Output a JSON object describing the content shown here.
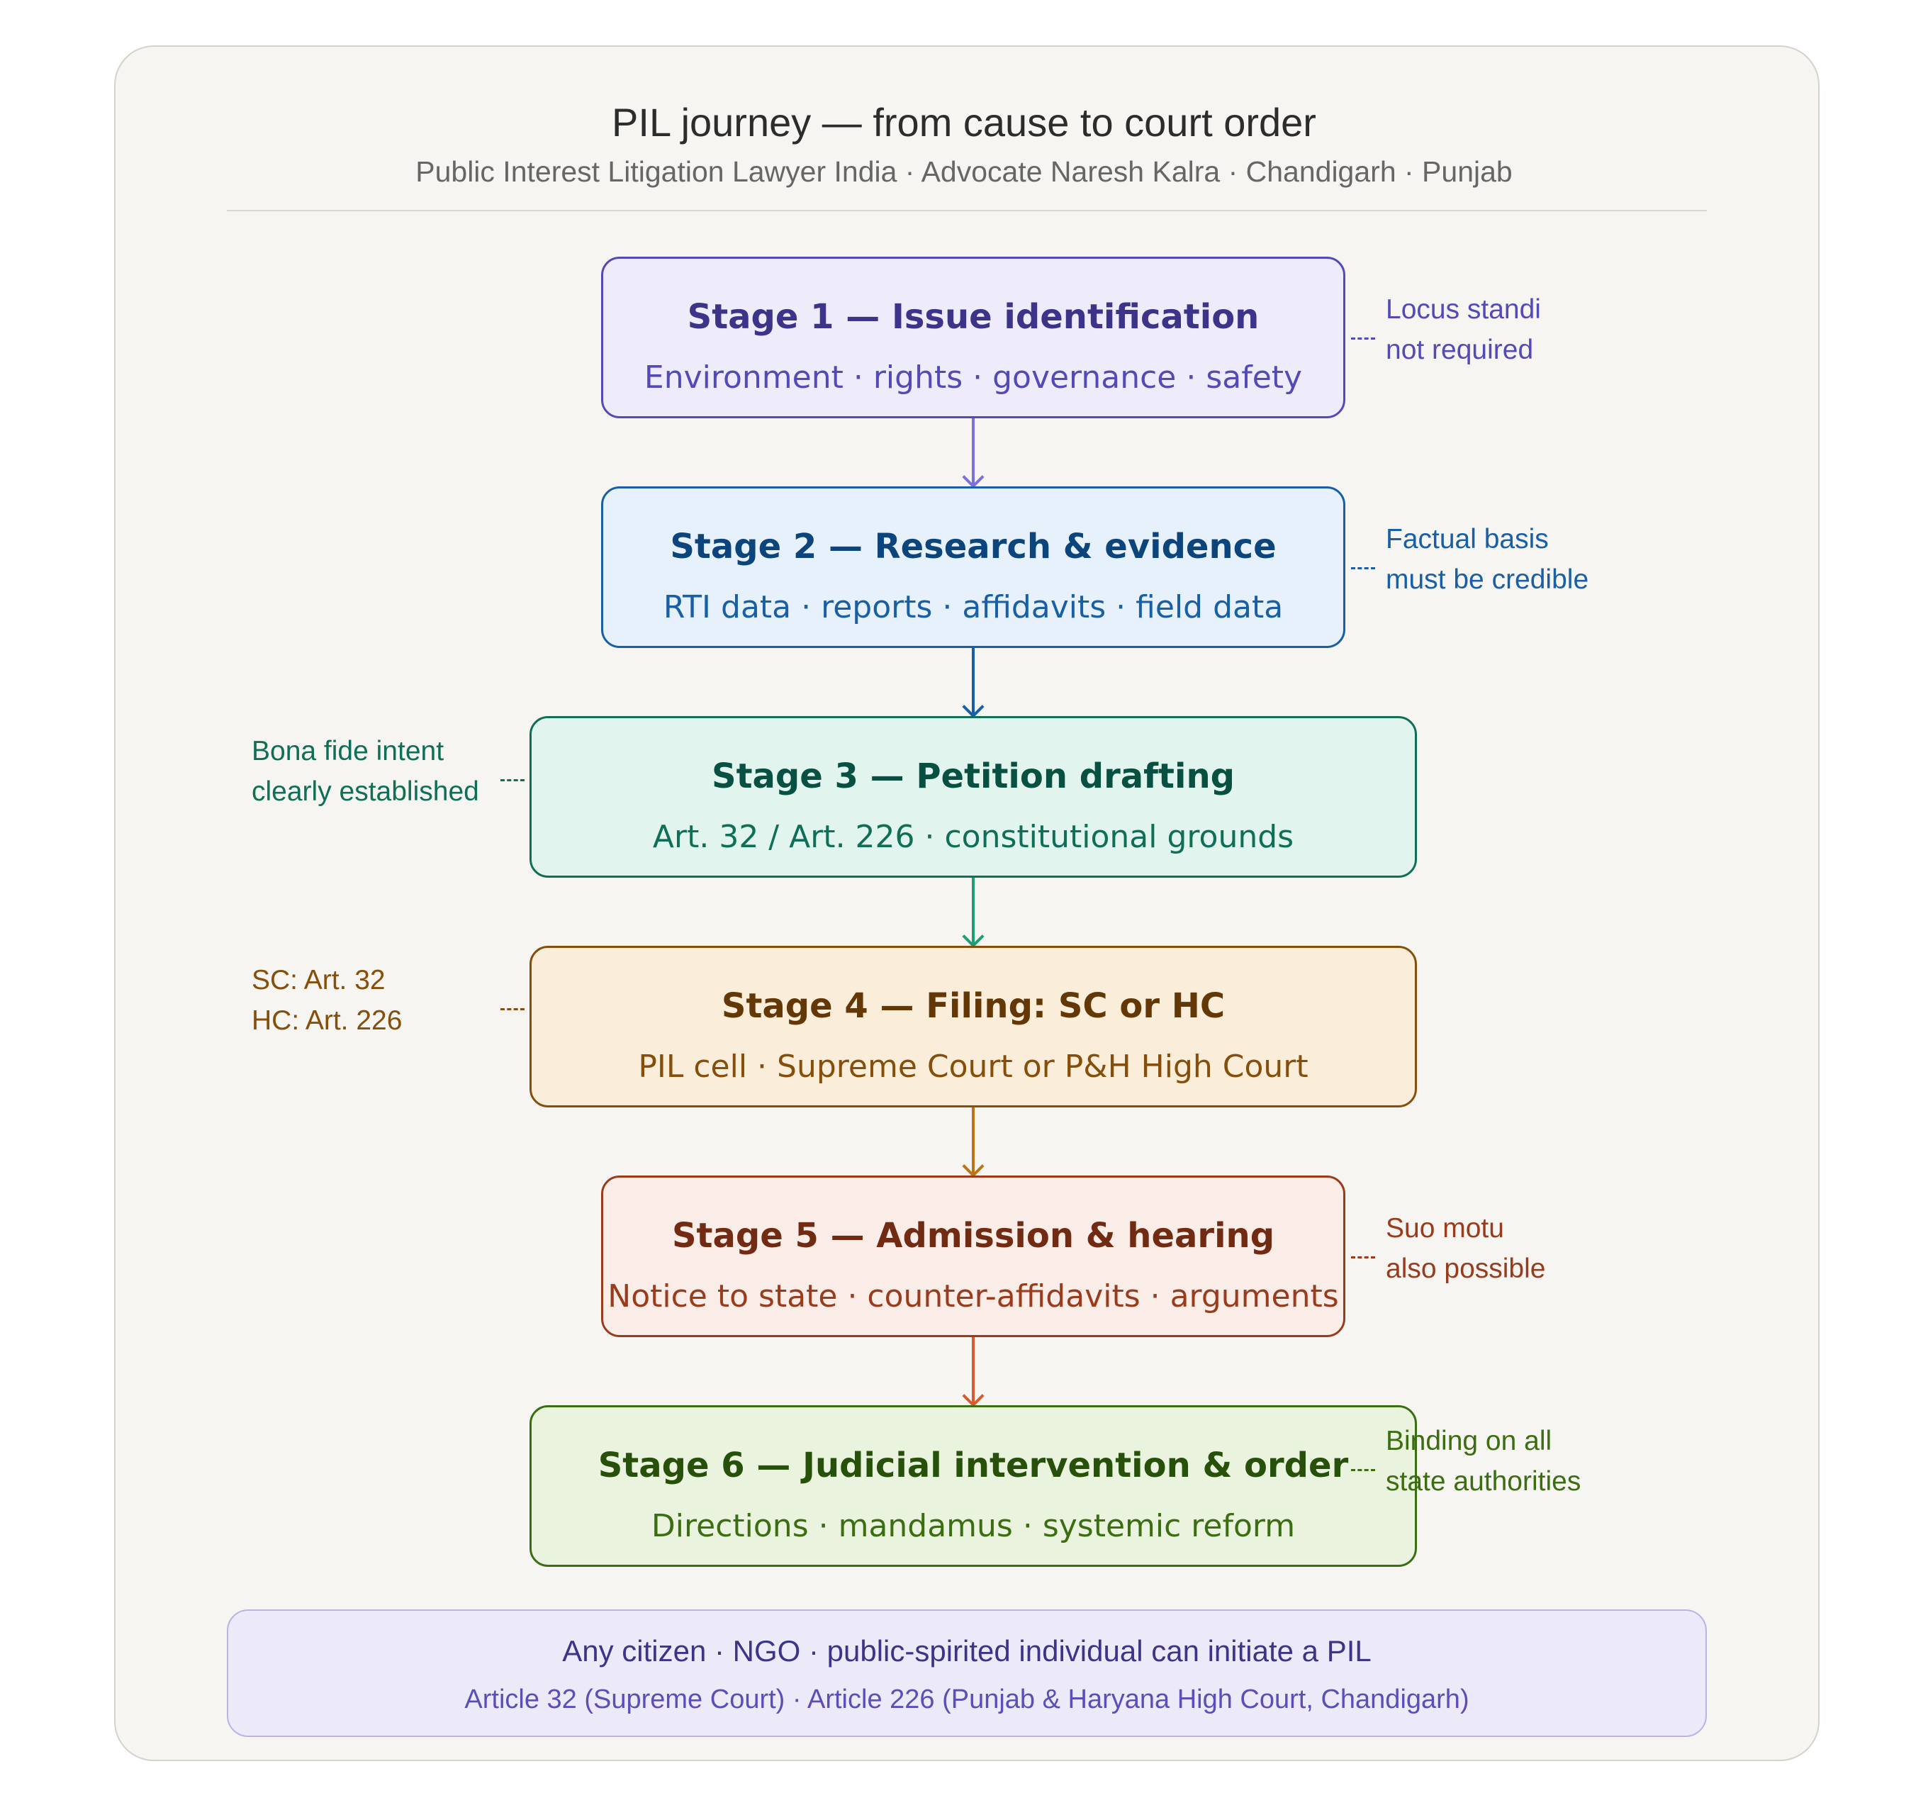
{
  "header": {
    "title": "PIL journey — from cause to court order",
    "subtitle": "Public Interest Litigation Lawyer India · Advocate Naresh Kalra · Chandigarh · Punjab"
  },
  "stages": [
    {
      "title": "Stage 1 — Issue identification",
      "desc": "Environment · rights · governance · safety",
      "note": [
        "Locus standi",
        "not required"
      ],
      "colors": {
        "fill": "#eeecfb",
        "border": "#534ab7",
        "title": "#3c3489",
        "desc": "#534ab7",
        "arrow": "#7b72d9"
      }
    },
    {
      "title": "Stage 2 — Research & evidence",
      "desc": "RTI data · reports · affidavits · field data",
      "note": [
        "Factual basis",
        "must be credible"
      ],
      "colors": {
        "fill": "#e6f1fb",
        "border": "#185fa5",
        "title": "#0c447c",
        "desc": "#185fa5",
        "arrow": "#185fa5"
      }
    },
    {
      "title": "Stage 3 — Petition drafting",
      "desc": "Art. 32 / Art. 226 · constitutional grounds",
      "note": [
        "Bona fide intent",
        "clearly established"
      ],
      "colors": {
        "fill": "#e1f5ee",
        "border": "#0f6e56",
        "title": "#085041",
        "desc": "#0f6e56",
        "arrow": "#1d9e75"
      }
    },
    {
      "title": "Stage 4 — Filing: SC or HC",
      "desc": "PIL cell · Supreme Court or P&H High Court",
      "note": [
        "SC: Art. 32",
        "HC: Art. 226"
      ],
      "colors": {
        "fill": "#faeeda",
        "border": "#854f0b",
        "title": "#633806",
        "desc": "#854f0b",
        "arrow": "#ba7517"
      }
    },
    {
      "title": "Stage 5 — Admission & hearing",
      "desc": "Notice to state · counter-affidavits · arguments",
      "note": [
        "Suo motu",
        "also possible"
      ],
      "colors": {
        "fill": "#faece7",
        "border": "#993c1d",
        "title": "#712b13",
        "desc": "#993c1d",
        "arrow": "#d85a30"
      }
    },
    {
      "title": "Stage 6 — Judicial intervention & order",
      "desc": "Directions · mandamus · systemic reform",
      "note": [
        "Binding on all",
        "state authorities"
      ],
      "colors": {
        "fill": "#eaf3de",
        "border": "#3b6d11",
        "title": "#27500a",
        "desc": "#3b6d11",
        "arrow": "#639922"
      }
    }
  ],
  "footer": {
    "line1": "Any citizen · NGO · public-spirited individual can initiate a PIL",
    "line2": "Article 32 (Supreme Court) · Article 226 (Punjab & Haryana High Court, Chandigarh)"
  }
}
